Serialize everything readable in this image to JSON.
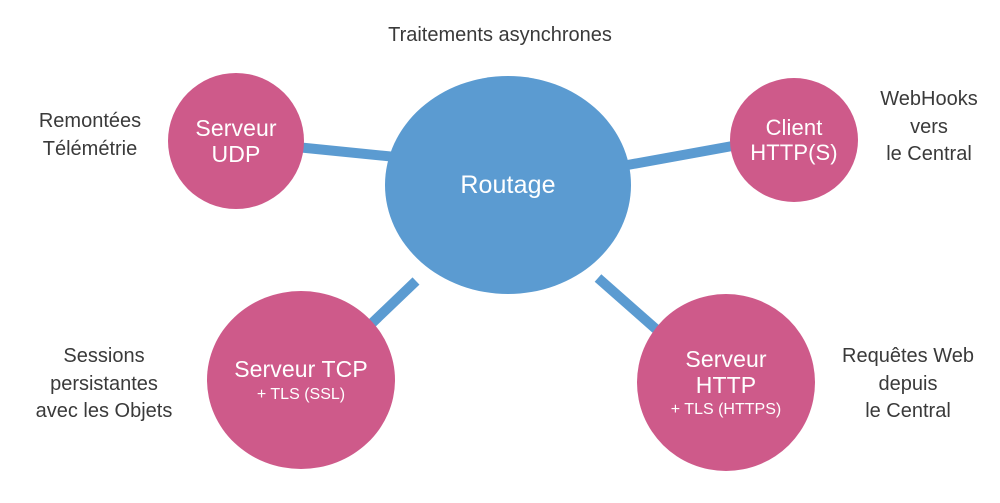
{
  "diagram": {
    "title": "Traitements asynchrones",
    "colors": {
      "hub": "#5b9bd1",
      "node": "#ce5a8a",
      "edge": "#5b9bd1",
      "caption_text": "#3a3a3a",
      "node_text": "#ffffff",
      "background": "#ffffff"
    },
    "hub": {
      "label": "Routage"
    },
    "nodes": [
      {
        "id": "serveur-udp",
        "label": "Serveur\nUDP",
        "sub": ""
      },
      {
        "id": "client-https",
        "label": "Client\nHTTP(S)",
        "sub": ""
      },
      {
        "id": "serveur-tcp",
        "label": "Serveur TCP",
        "sub": "+ TLS (SSL)"
      },
      {
        "id": "serveur-http",
        "label": "Serveur\nHTTP",
        "sub": "+ TLS (HTTPS)"
      }
    ],
    "captions": [
      {
        "id": "remontees-telemetrie",
        "text": "Remontées\nTélémétrie"
      },
      {
        "id": "webhooks-vers-le-central",
        "text": "WebHooks\nvers\nle Central"
      },
      {
        "id": "sessions-persistantes",
        "text": "Sessions\npersistantes\navec les Objets"
      },
      {
        "id": "requetes-web-depuis-le-central",
        "text": "Requêtes Web\ndepuis\nle Central"
      }
    ]
  }
}
